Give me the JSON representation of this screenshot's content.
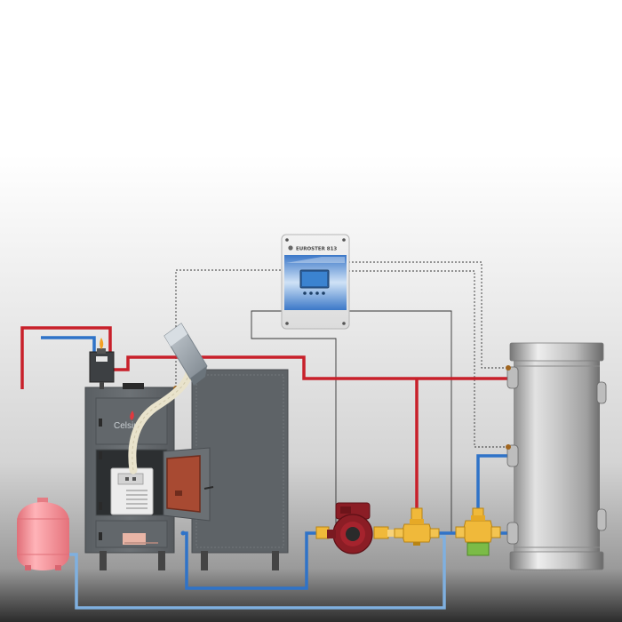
{
  "controller": {
    "brand_label": "EUROSTER 813",
    "buttons": [
      "button-1",
      "button-2",
      "button-3",
      "button-4"
    ]
  },
  "boiler": {
    "brand_label": "Celsius"
  },
  "colors": {
    "hot_pipe": "#c8202a",
    "cold_pipe": "#2f73c8",
    "return_pipe": "#7fb0e0",
    "expansion_vessel": "#f28c93",
    "pump_body": "#8b1d25",
    "valve_brass": "#f0b93a",
    "boiler_steel": "#5f6468",
    "tank_steel": "#b3b3b3"
  },
  "icons": [
    "expansion-vessel-icon",
    "pump-icon",
    "valve-icon",
    "flame-icon",
    "controller-icon",
    "burner-icon"
  ]
}
